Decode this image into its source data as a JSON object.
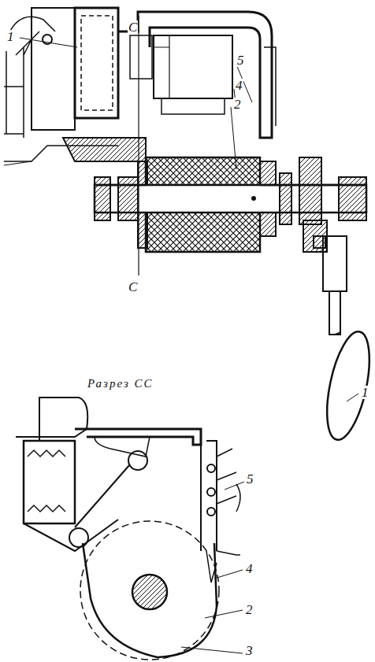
{
  "diagram": {
    "labels": [
      "1",
      "5",
      "4",
      "2",
      "C",
      "C",
      "1",
      "Разрез СС",
      "5",
      "4",
      "2",
      "3"
    ]
  }
}
